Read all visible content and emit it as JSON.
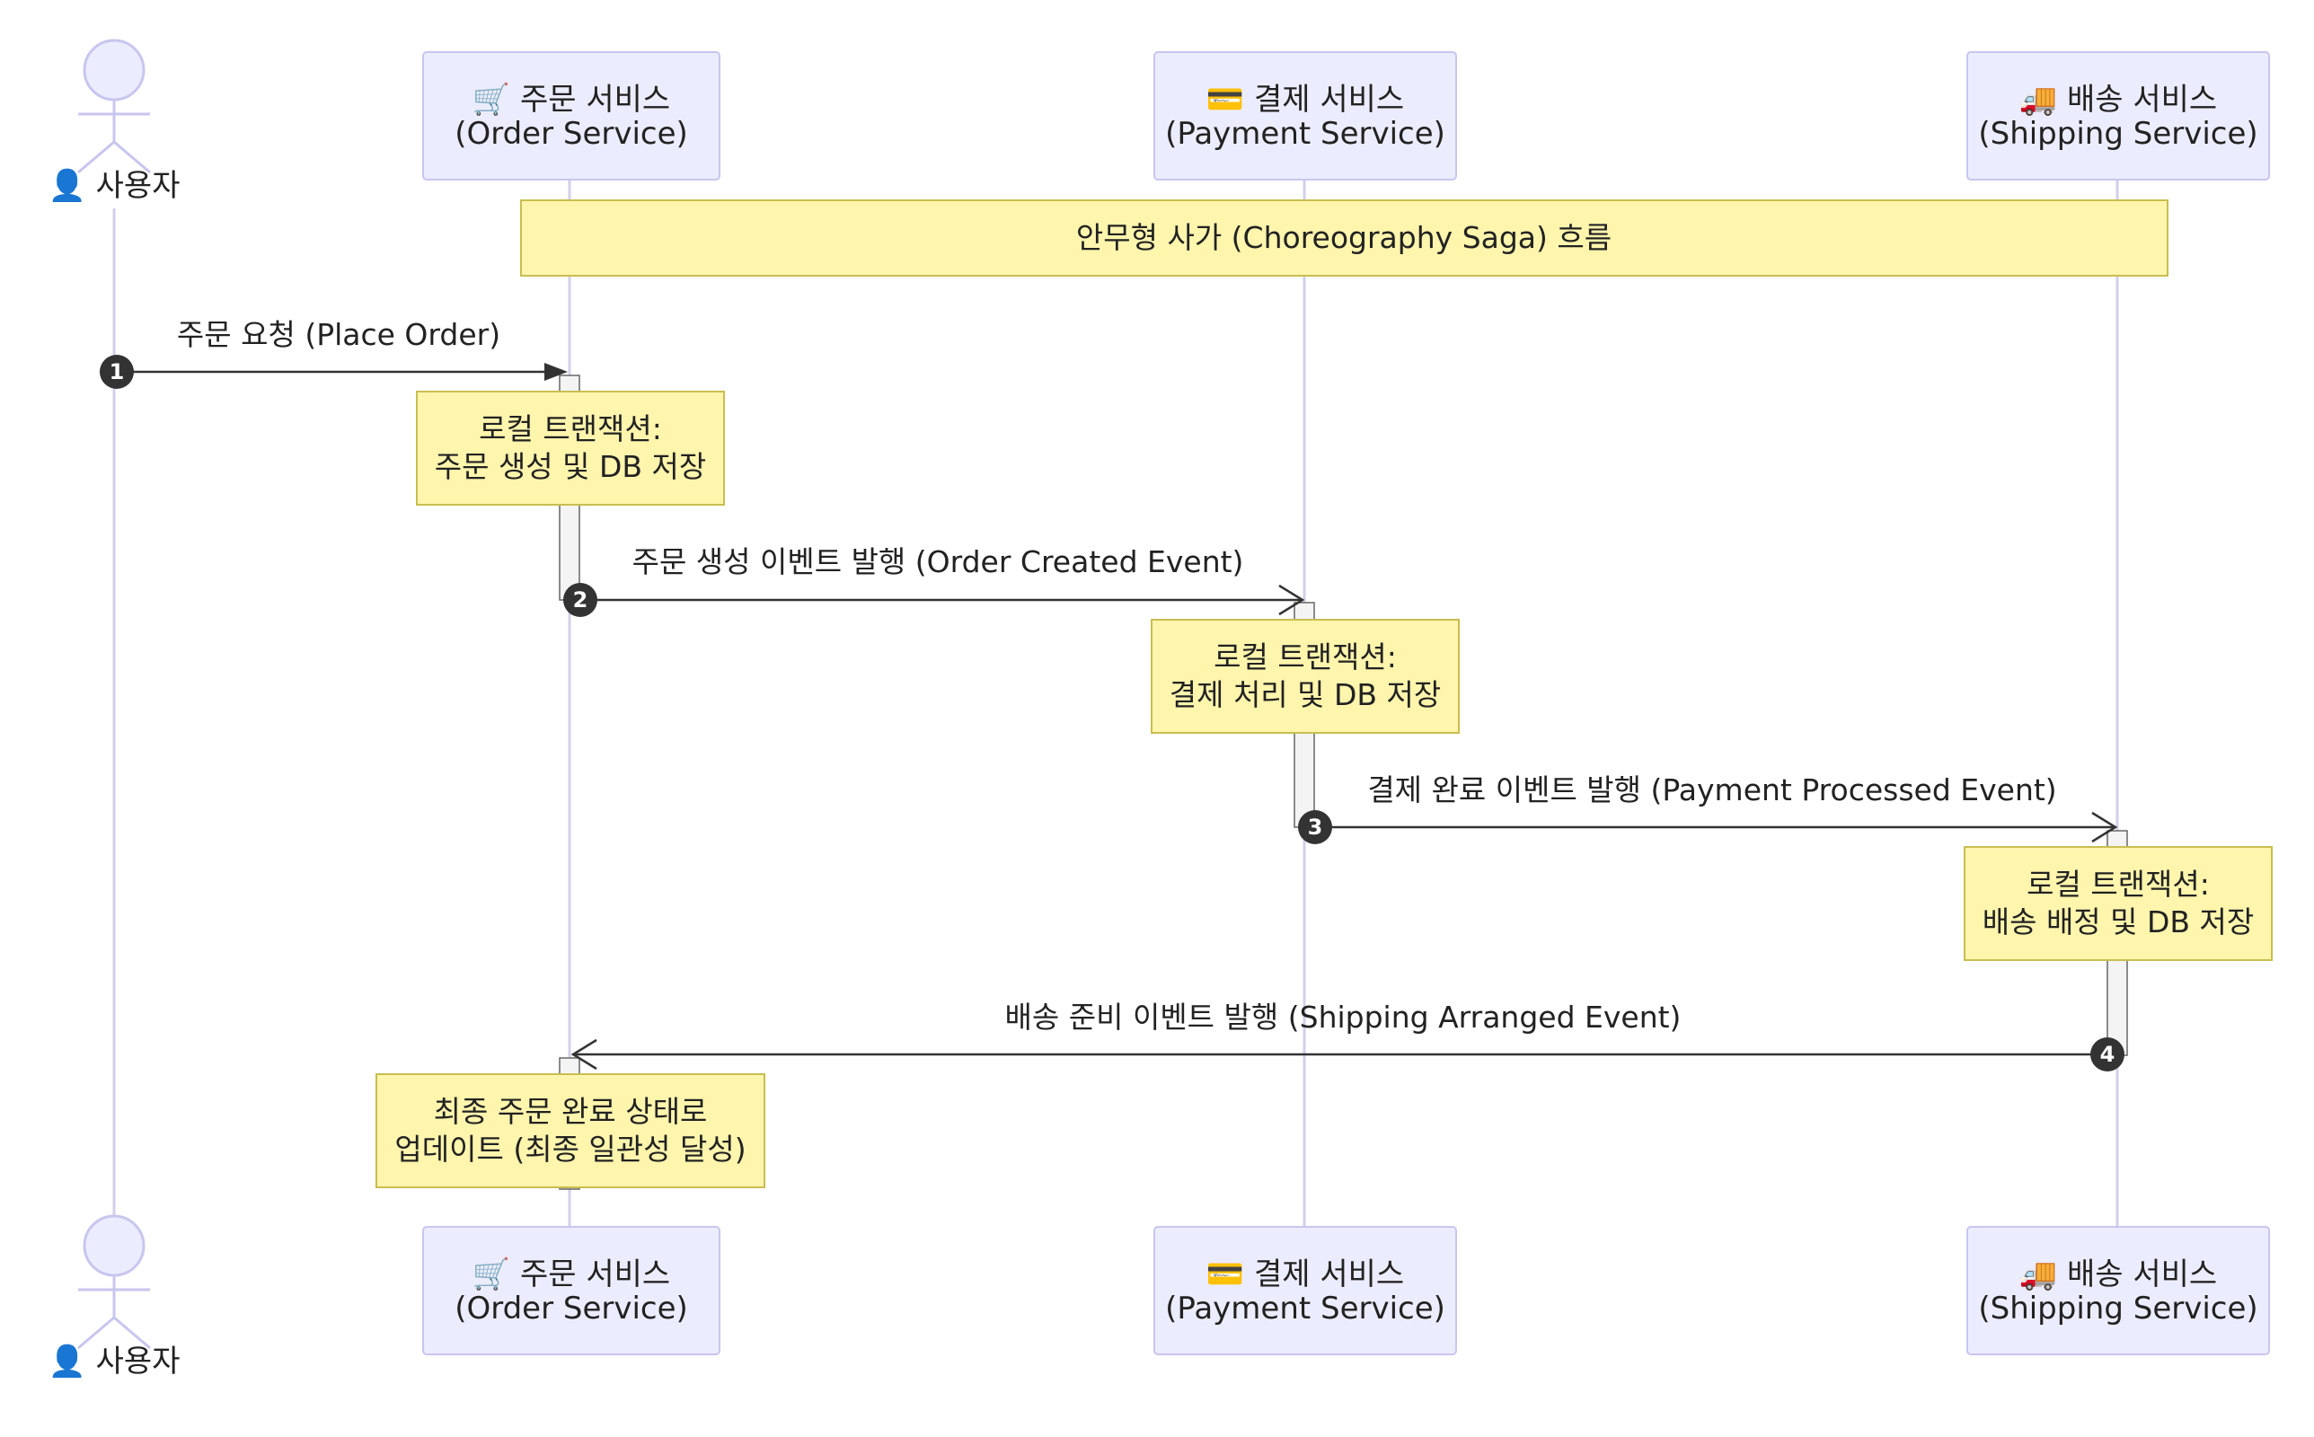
{
  "actor": {
    "icon": "user-icon",
    "label": "👤 사용자"
  },
  "participants": [
    {
      "icon": "cart-icon",
      "line1": "🛒 주문 서비스",
      "line2": "(Order Service)"
    },
    {
      "icon": "credit-card-icon",
      "line1": "💳 결제 서비스",
      "line2": "(Payment Service)"
    },
    {
      "icon": "truck-icon",
      "line1": "🚚 배송 서비스",
      "line2": "(Shipping Service)"
    }
  ],
  "banner": {
    "text": "안무형 사가 (Choreography Saga) 흐름"
  },
  "messages": [
    {
      "number": "1",
      "label": "주문 요청 (Place Order)"
    },
    {
      "number": "2",
      "label": "주문 생성 이벤트 발행 (Order Created Event)"
    },
    {
      "number": "3",
      "label": "결제 완료 이벤트 발행 (Payment Processed Event)"
    },
    {
      "number": "4",
      "label": "배송 준비 이벤트 발행 (Shipping Arranged Event)"
    }
  ],
  "notes": [
    {
      "line1": "로컬 트랜잭션:",
      "line2": "주문 생성 및 DB 저장"
    },
    {
      "line1": "로컬 트랜잭션:",
      "line2": "결제 처리 및 DB 저장"
    },
    {
      "line1": "로컬 트랜잭션:",
      "line2": "배송 배정 및 DB 저장"
    },
    {
      "line1": "최종 주문 완료 상태로",
      "line2": "업데이트 (최종 일관성 달성)"
    }
  ],
  "colors": {
    "participant_fill": "#ECECFF",
    "participant_border": "#C8C6EE",
    "note_fill": "#FFF5AD",
    "note_border": "#C8BE50",
    "lifeline": "#D3CFEA",
    "arrow": "#333333"
  }
}
